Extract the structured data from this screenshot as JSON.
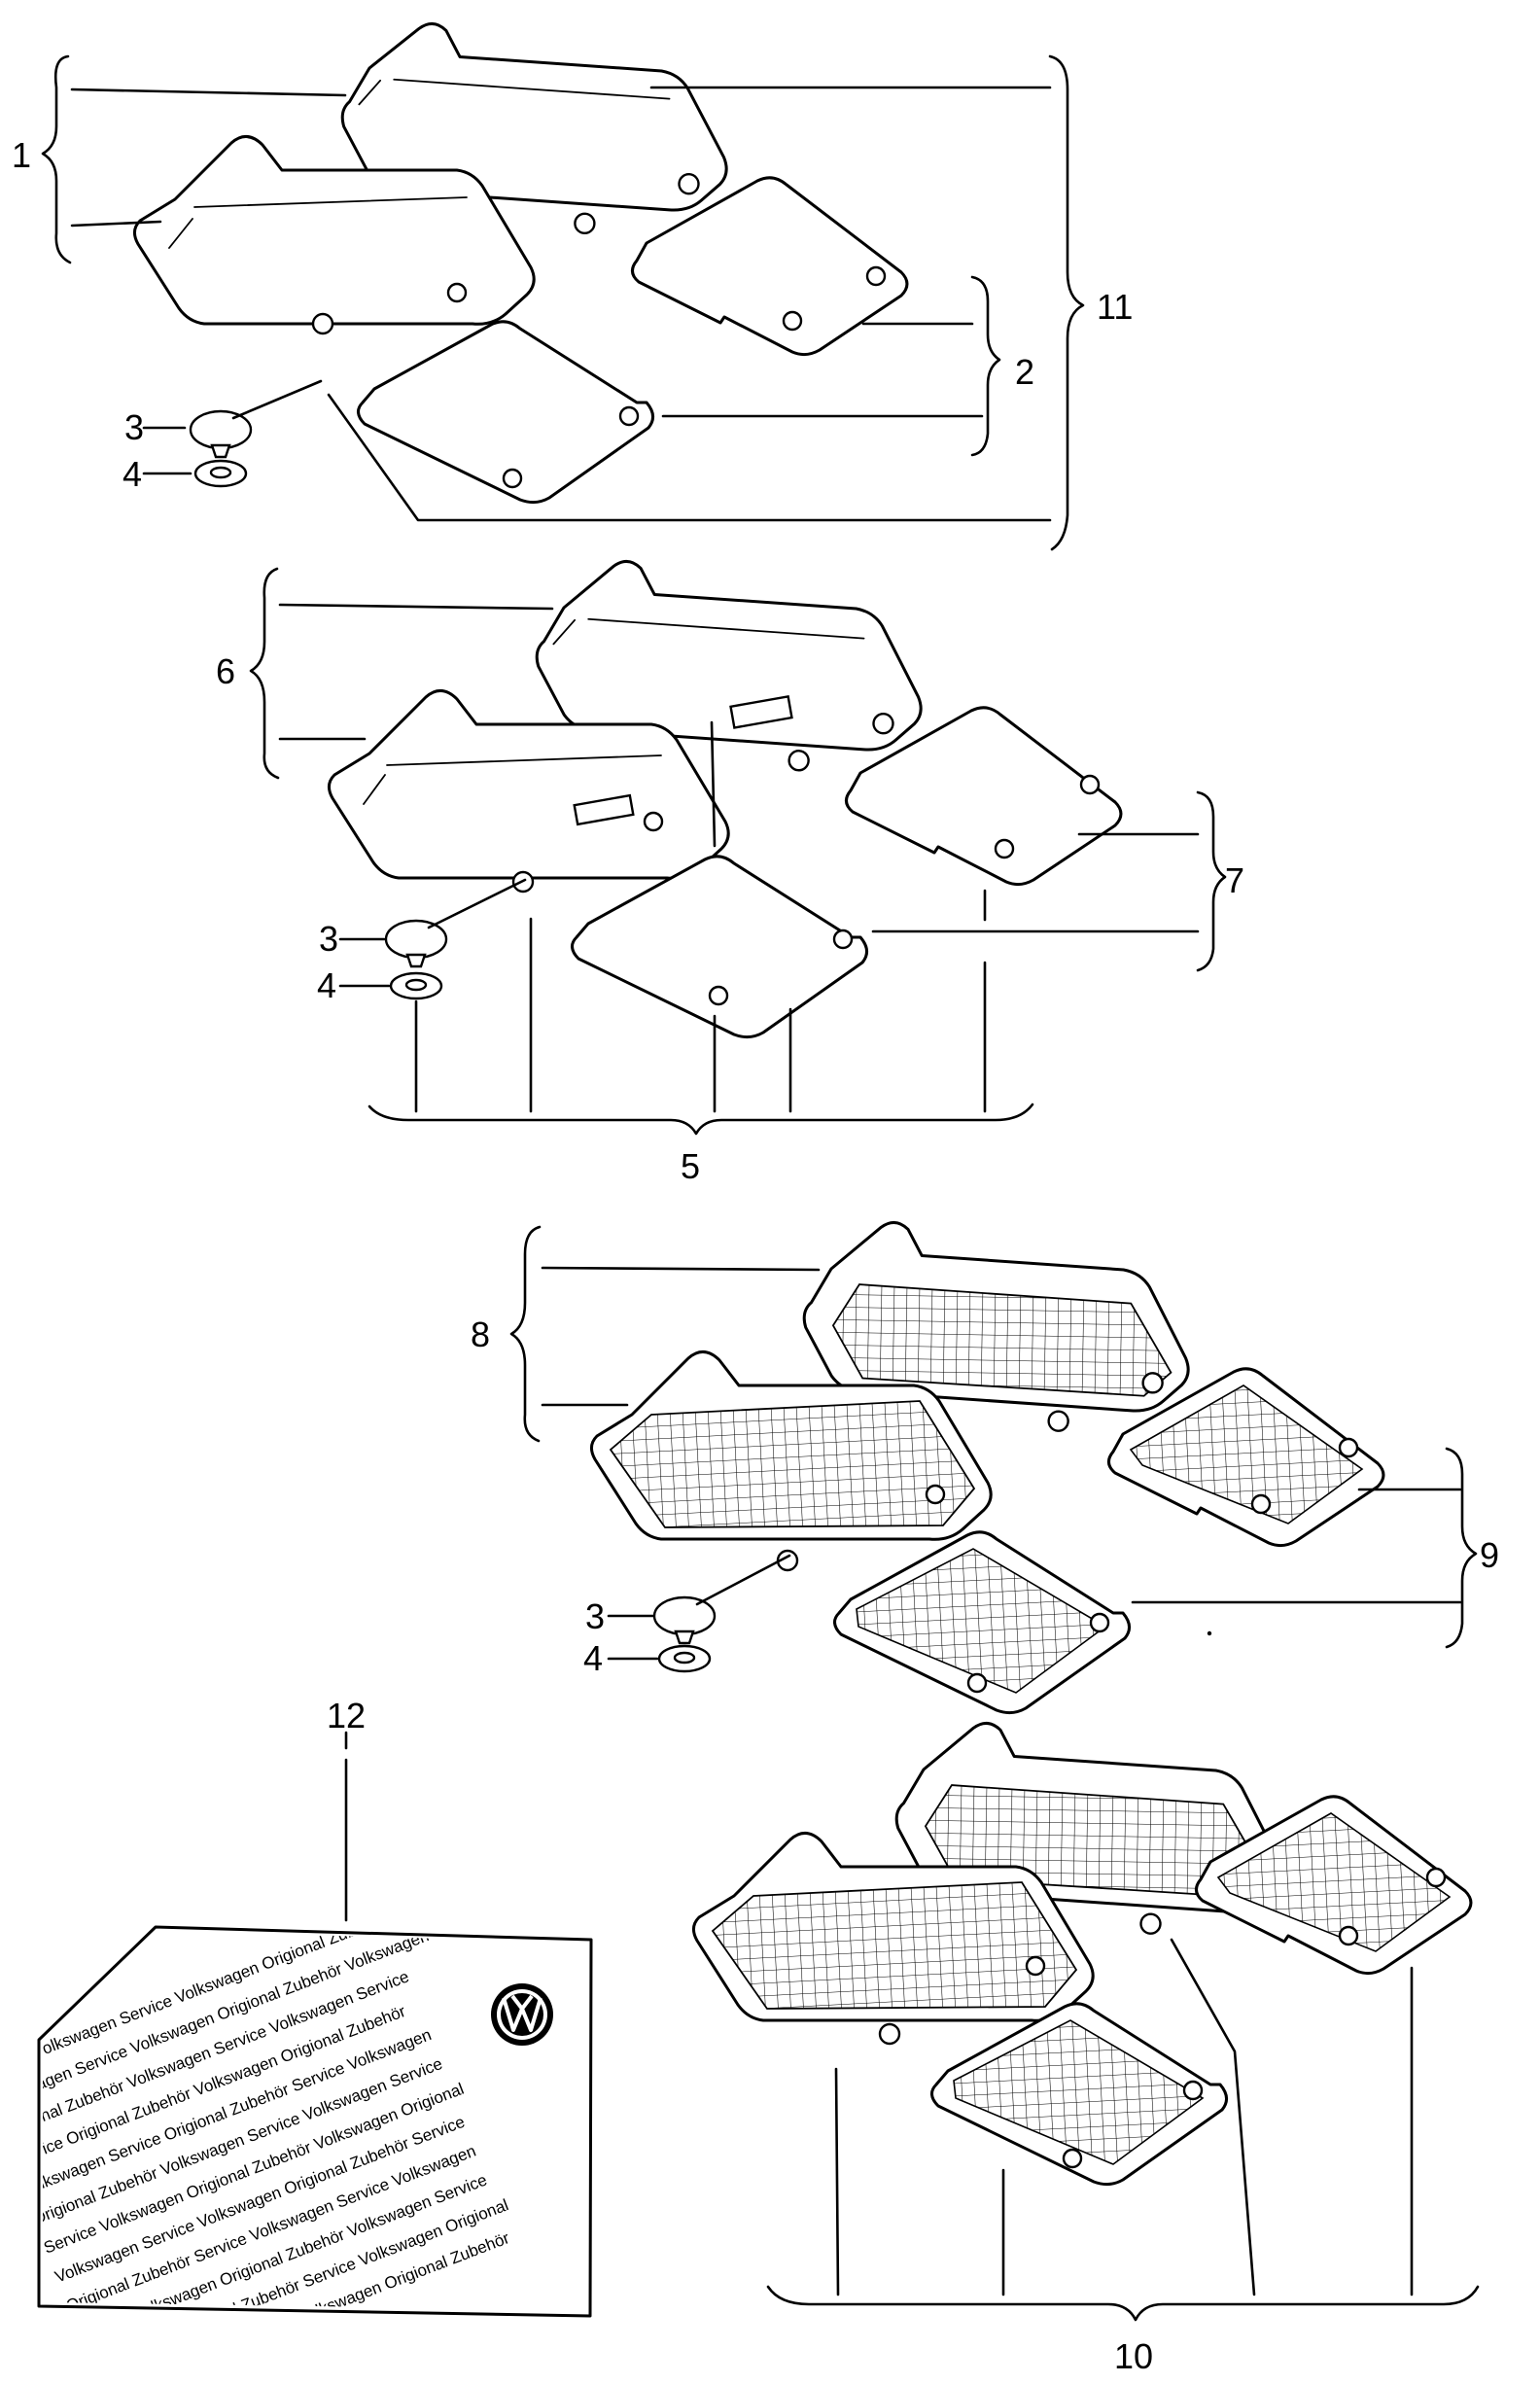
{
  "callouts": {
    "n1": "1",
    "n2": "2",
    "n3": "3",
    "n4": "4",
    "n5": "5",
    "n6": "6",
    "n7": "7",
    "n8": "8",
    "n9": "9",
    "n10": "10",
    "n11": "11",
    "n12": "12"
  },
  "sticker": {
    "logo": "vw-logo-icon",
    "lines": [
      "Service Volkswagen Service Volkswagen Origional Zubehör",
      "Volkswagen Service Volkswagen Origional Zubehör Volkswagen",
      "Origional Zubehör Volkswagen Service Volkswagen Service",
      "Service Origional Zubehör Volkswagen Origional Zubehör",
      "Volkswagen Service Origional Zubehör Service Volkswagen",
      "Origional Zubehör Volkswagen Service Volkswagen Service",
      "Service Volkswagen Origional Zubehör Volkswagen Origional",
      "Volkswagen Service Volkswagen Origional Zubehör Service",
      "Origional Zubehör Service Volkswagen Service Volkswagen",
      "Service Volkswagen Origional Zubehör Volkswagen Service",
      "Volkswagen Origional Zubehör Service Volkswagen Origional",
      "Service Volkswagen Service Volkswagen Origional Zubehör"
    ]
  }
}
